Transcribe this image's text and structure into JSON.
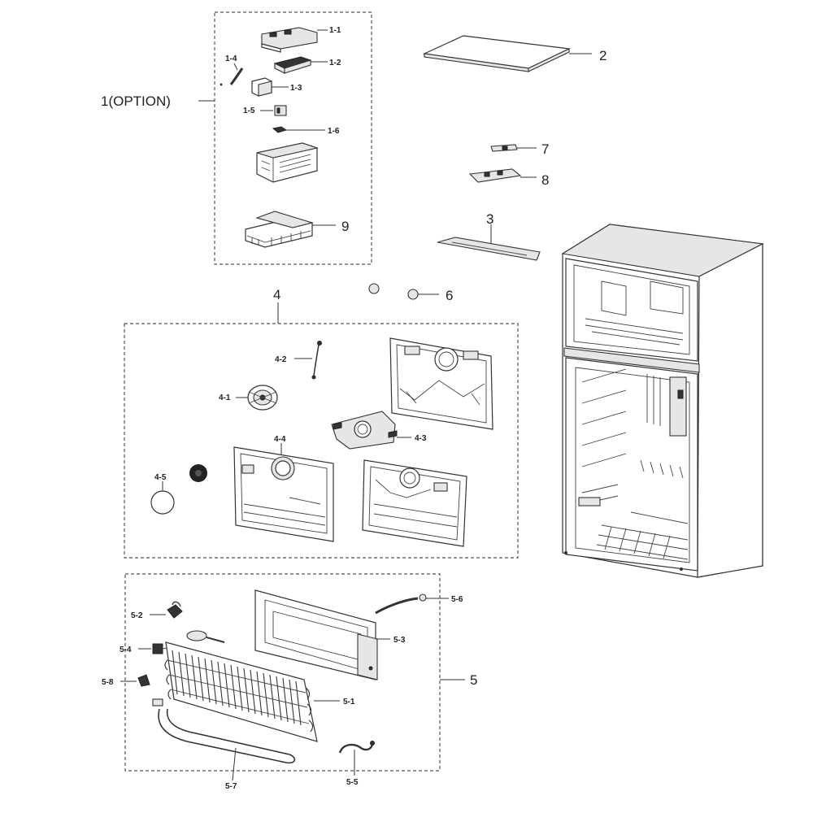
{
  "diagram": {
    "labels": {
      "l1": "1(OPTION)",
      "l1_1": "1-1",
      "l1_2": "1-2",
      "l1_3": "1-3",
      "l1_4": "1-4",
      "l1_5": "1-5",
      "l1_6": "1-6",
      "l2": "2",
      "l3": "3",
      "l4": "4",
      "l4_1": "4-1",
      "l4_2": "4-2",
      "l4_3": "4-3",
      "l4_4": "4-4",
      "l4_5": "4-5",
      "l5": "5",
      "l5_1": "5-1",
      "l5_2": "5-2",
      "l5_3": "5-3",
      "l5_4": "5-4",
      "l5_5": "5-5",
      "l5_6": "5-6",
      "l5_7": "5-7",
      "l5_8": "5-8",
      "l6": "6",
      "l7": "7",
      "l8": "8",
      "l9": "9"
    }
  }
}
